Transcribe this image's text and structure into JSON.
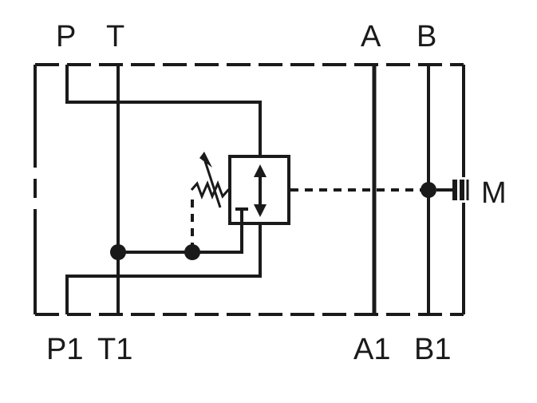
{
  "ports": {
    "top": {
      "p": "P",
      "t": "T",
      "a": "A",
      "b": "B"
    },
    "bottom": {
      "p1": "P1",
      "t1": "T1",
      "a1": "A1",
      "b1": "B1"
    },
    "gauge": "M"
  },
  "colors": {
    "stroke": "#1a1a1a",
    "background": "#ffffff"
  }
}
